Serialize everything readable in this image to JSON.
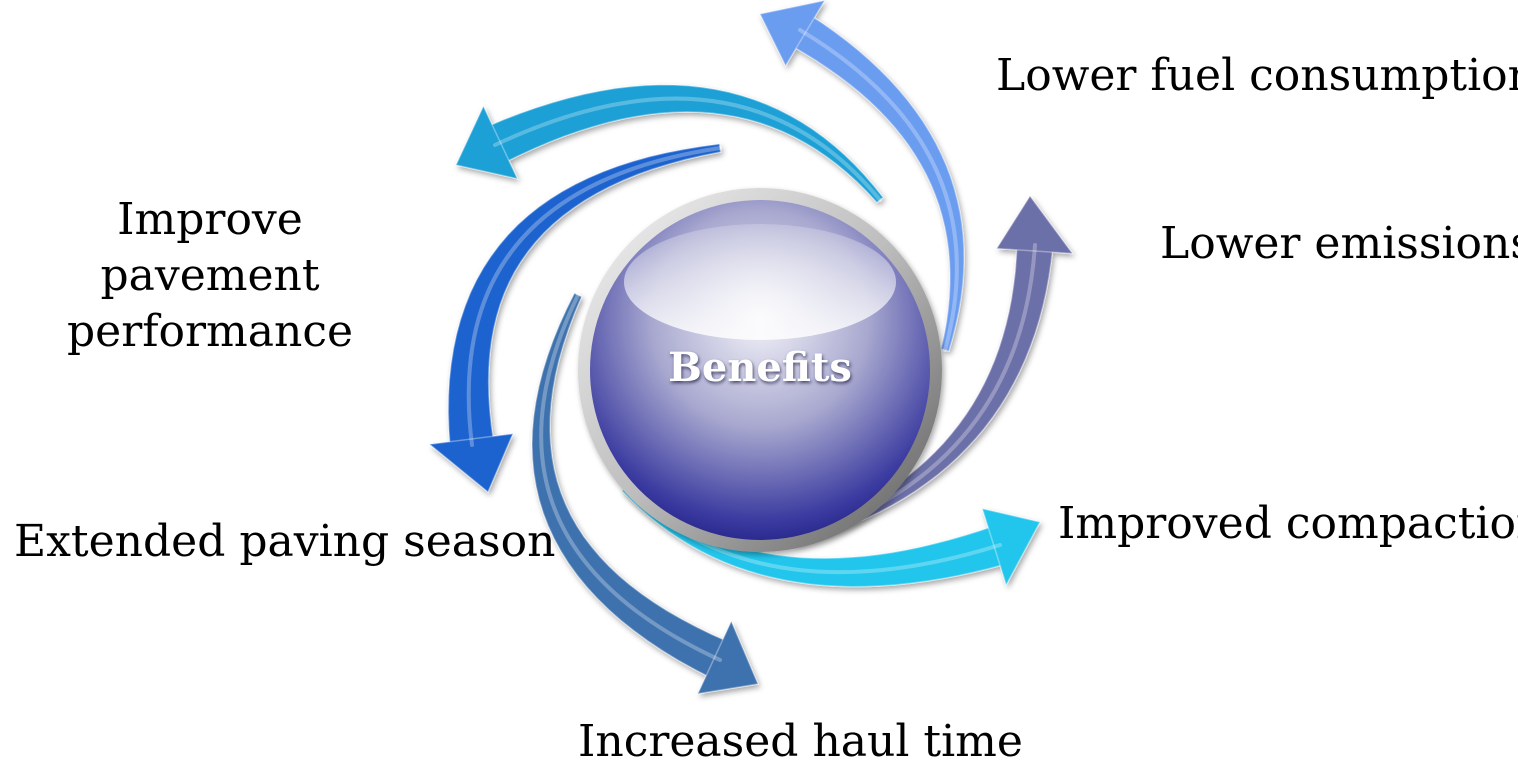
{
  "center": {
    "label": "Benefits"
  },
  "items": [
    {
      "label": "Lower fuel consumption",
      "color": "#6a9cf0"
    },
    {
      "label": "Lower emissions",
      "color": "#6c6fa8"
    },
    {
      "label": "Improved compaction",
      "color": "#22c6ec"
    },
    {
      "label": "Increased haul time",
      "color": "#3e72ae"
    },
    {
      "label": "Extended paving season",
      "color": "#1d63cf"
    },
    {
      "label": "Improve pavement performance",
      "color": "#1aa0d6"
    }
  ]
}
